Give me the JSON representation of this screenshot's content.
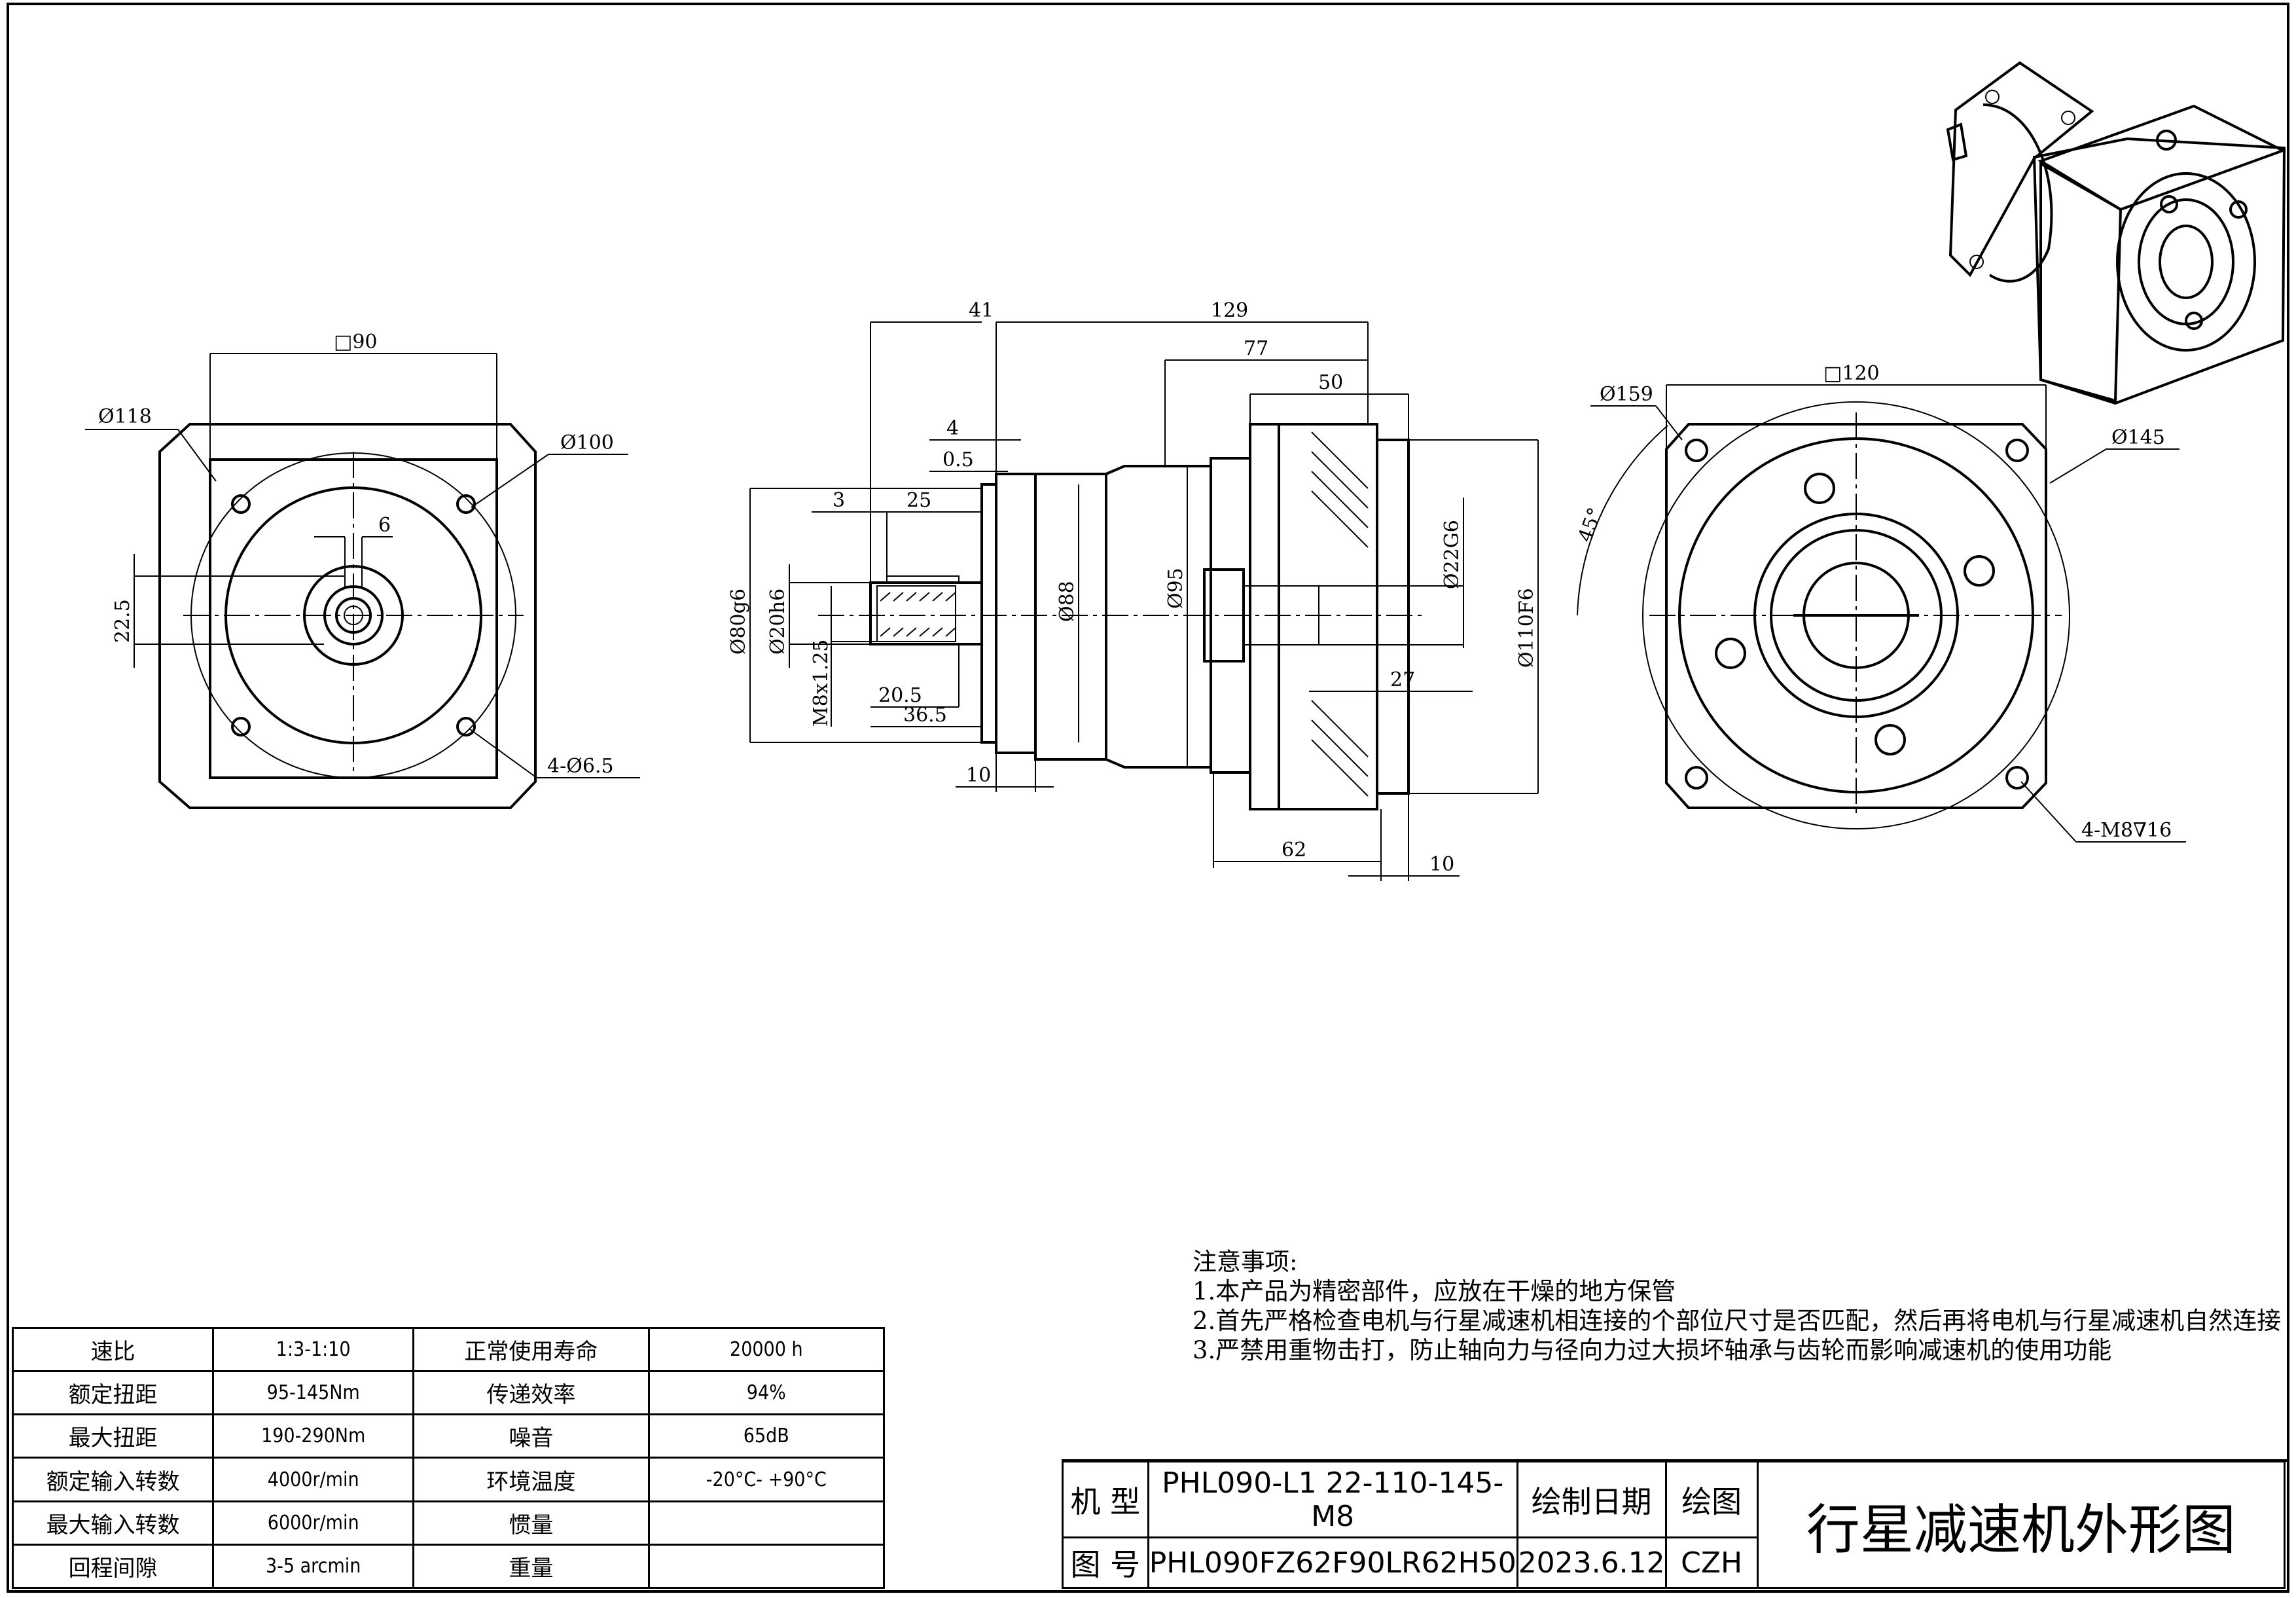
{
  "dimensions": {
    "front": {
      "square": "□90",
      "dia_outer": "Ø118",
      "dia_bolt": "Ø100",
      "key_width": "6",
      "key_height": "22.5",
      "holes": "4-Ø6.5"
    },
    "side": {
      "d41": "41",
      "d129": "129",
      "d77": "77",
      "d50": "50",
      "d4": "4",
      "d05": "0.5",
      "d3": "3",
      "d25": "25",
      "d80": "Ø80g6",
      "d20": "Ø20h6",
      "m8": "M8x1.25",
      "d205": "20.5",
      "d365": "36.5",
      "d10a": "10",
      "d88": "Ø88",
      "d95": "Ø95",
      "d22": "Ø22G6",
      "d110": "Ø110F6",
      "d27": "27",
      "d62": "62",
      "d10b": "10"
    },
    "back": {
      "d159": "Ø159",
      "square": "□120",
      "d145": "Ø145",
      "angle": "45°",
      "holes": "4-M8∇16"
    }
  },
  "notes": {
    "title": "注意事项:",
    "line1": "1.本产品为精密部件，应放在干燥的地方保管",
    "line2": "2.首先严格检查电机与行星减速机相连接的个部位尺寸是否匹配，然后再将电机与行星减速机自然连接",
    "line3": "3.严禁用重物击打，防止轴向力与径向力过大损坏轴承与齿轮而影响减速机的使用功能"
  },
  "spec": {
    "r1": {
      "k1": "速比",
      "v1": "1:3-1:10",
      "k2": "正常使用寿命",
      "v2": "20000 h"
    },
    "r2": {
      "k1": "额定扭距",
      "v1": "95-145Nm",
      "k2": "传递效率",
      "v2": "94%"
    },
    "r3": {
      "k1": "最大扭距",
      "v1": "190-290Nm",
      "k2": "噪音",
      "v2": "65dB"
    },
    "r4": {
      "k1": "额定输入转数",
      "v1": "4000r/min",
      "k2": "环境温度",
      "v2": "-20°C- +90°C"
    },
    "r5": {
      "k1": "最大输入转数",
      "v1": "6000r/min",
      "k2": "惯量",
      "v2": ""
    },
    "r6": {
      "k1": "回程间隙",
      "v1": "3-5 arcmin",
      "k2": "重量",
      "v2": ""
    }
  },
  "title_block": {
    "model_label": "机  型",
    "model_value": "PHL090-L1 22-110-145-M8",
    "date_label": "绘制日期",
    "drawer_label": "绘图",
    "drawing_title": "行星减速机外形图",
    "number_label": "图  号",
    "number_value": "PHL090FZ62F90LR62H50",
    "date_value": "2023.6.12",
    "drawer_value": "CZH"
  }
}
